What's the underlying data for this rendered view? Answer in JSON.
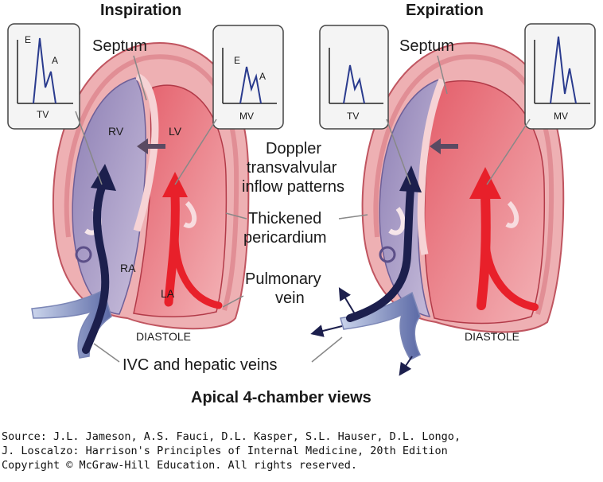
{
  "figure": {
    "left_panel_title": "Inspiration",
    "right_panel_title": "Expiration",
    "caption": "Apical 4-chamber views",
    "labels": {
      "septum": "Septum",
      "rv": "RV",
      "lv": "LV",
      "ra": "RA",
      "la": "LA",
      "diastole": "DIASTOLE",
      "doppler_line1": "Doppler",
      "doppler_line2": "transvalvular",
      "doppler_line3": "inflow patterns",
      "thickened_line1": "Thickened",
      "thickened_line2": "pericardium",
      "pulmonary_line1": "Pulmonary",
      "pulmonary_line2": "vein",
      "ivc": "IVC and hepatic veins"
    },
    "insets": {
      "tv": "TV",
      "mv": "MV",
      "peak_e": "E",
      "peak_a": "A"
    },
    "colors": {
      "left_heart_arrow": "#e8202a",
      "right_heart_arrow": "#1c1f4d",
      "pericardium": "#e7a3a6",
      "left_chambers": "#e9828a",
      "right_chambers": "#9488b8"
    }
  },
  "source": {
    "line1": "Source: J.L. Jameson, A.S. Fauci, D.L. Kasper, S.L. Hauser, D.L. Longo,",
    "line2": "J. Loscalzo: Harrison's Principles of Internal Medicine, 20th Edition",
    "line3": "Copyright © McGraw-Hill Education. All rights reserved."
  }
}
